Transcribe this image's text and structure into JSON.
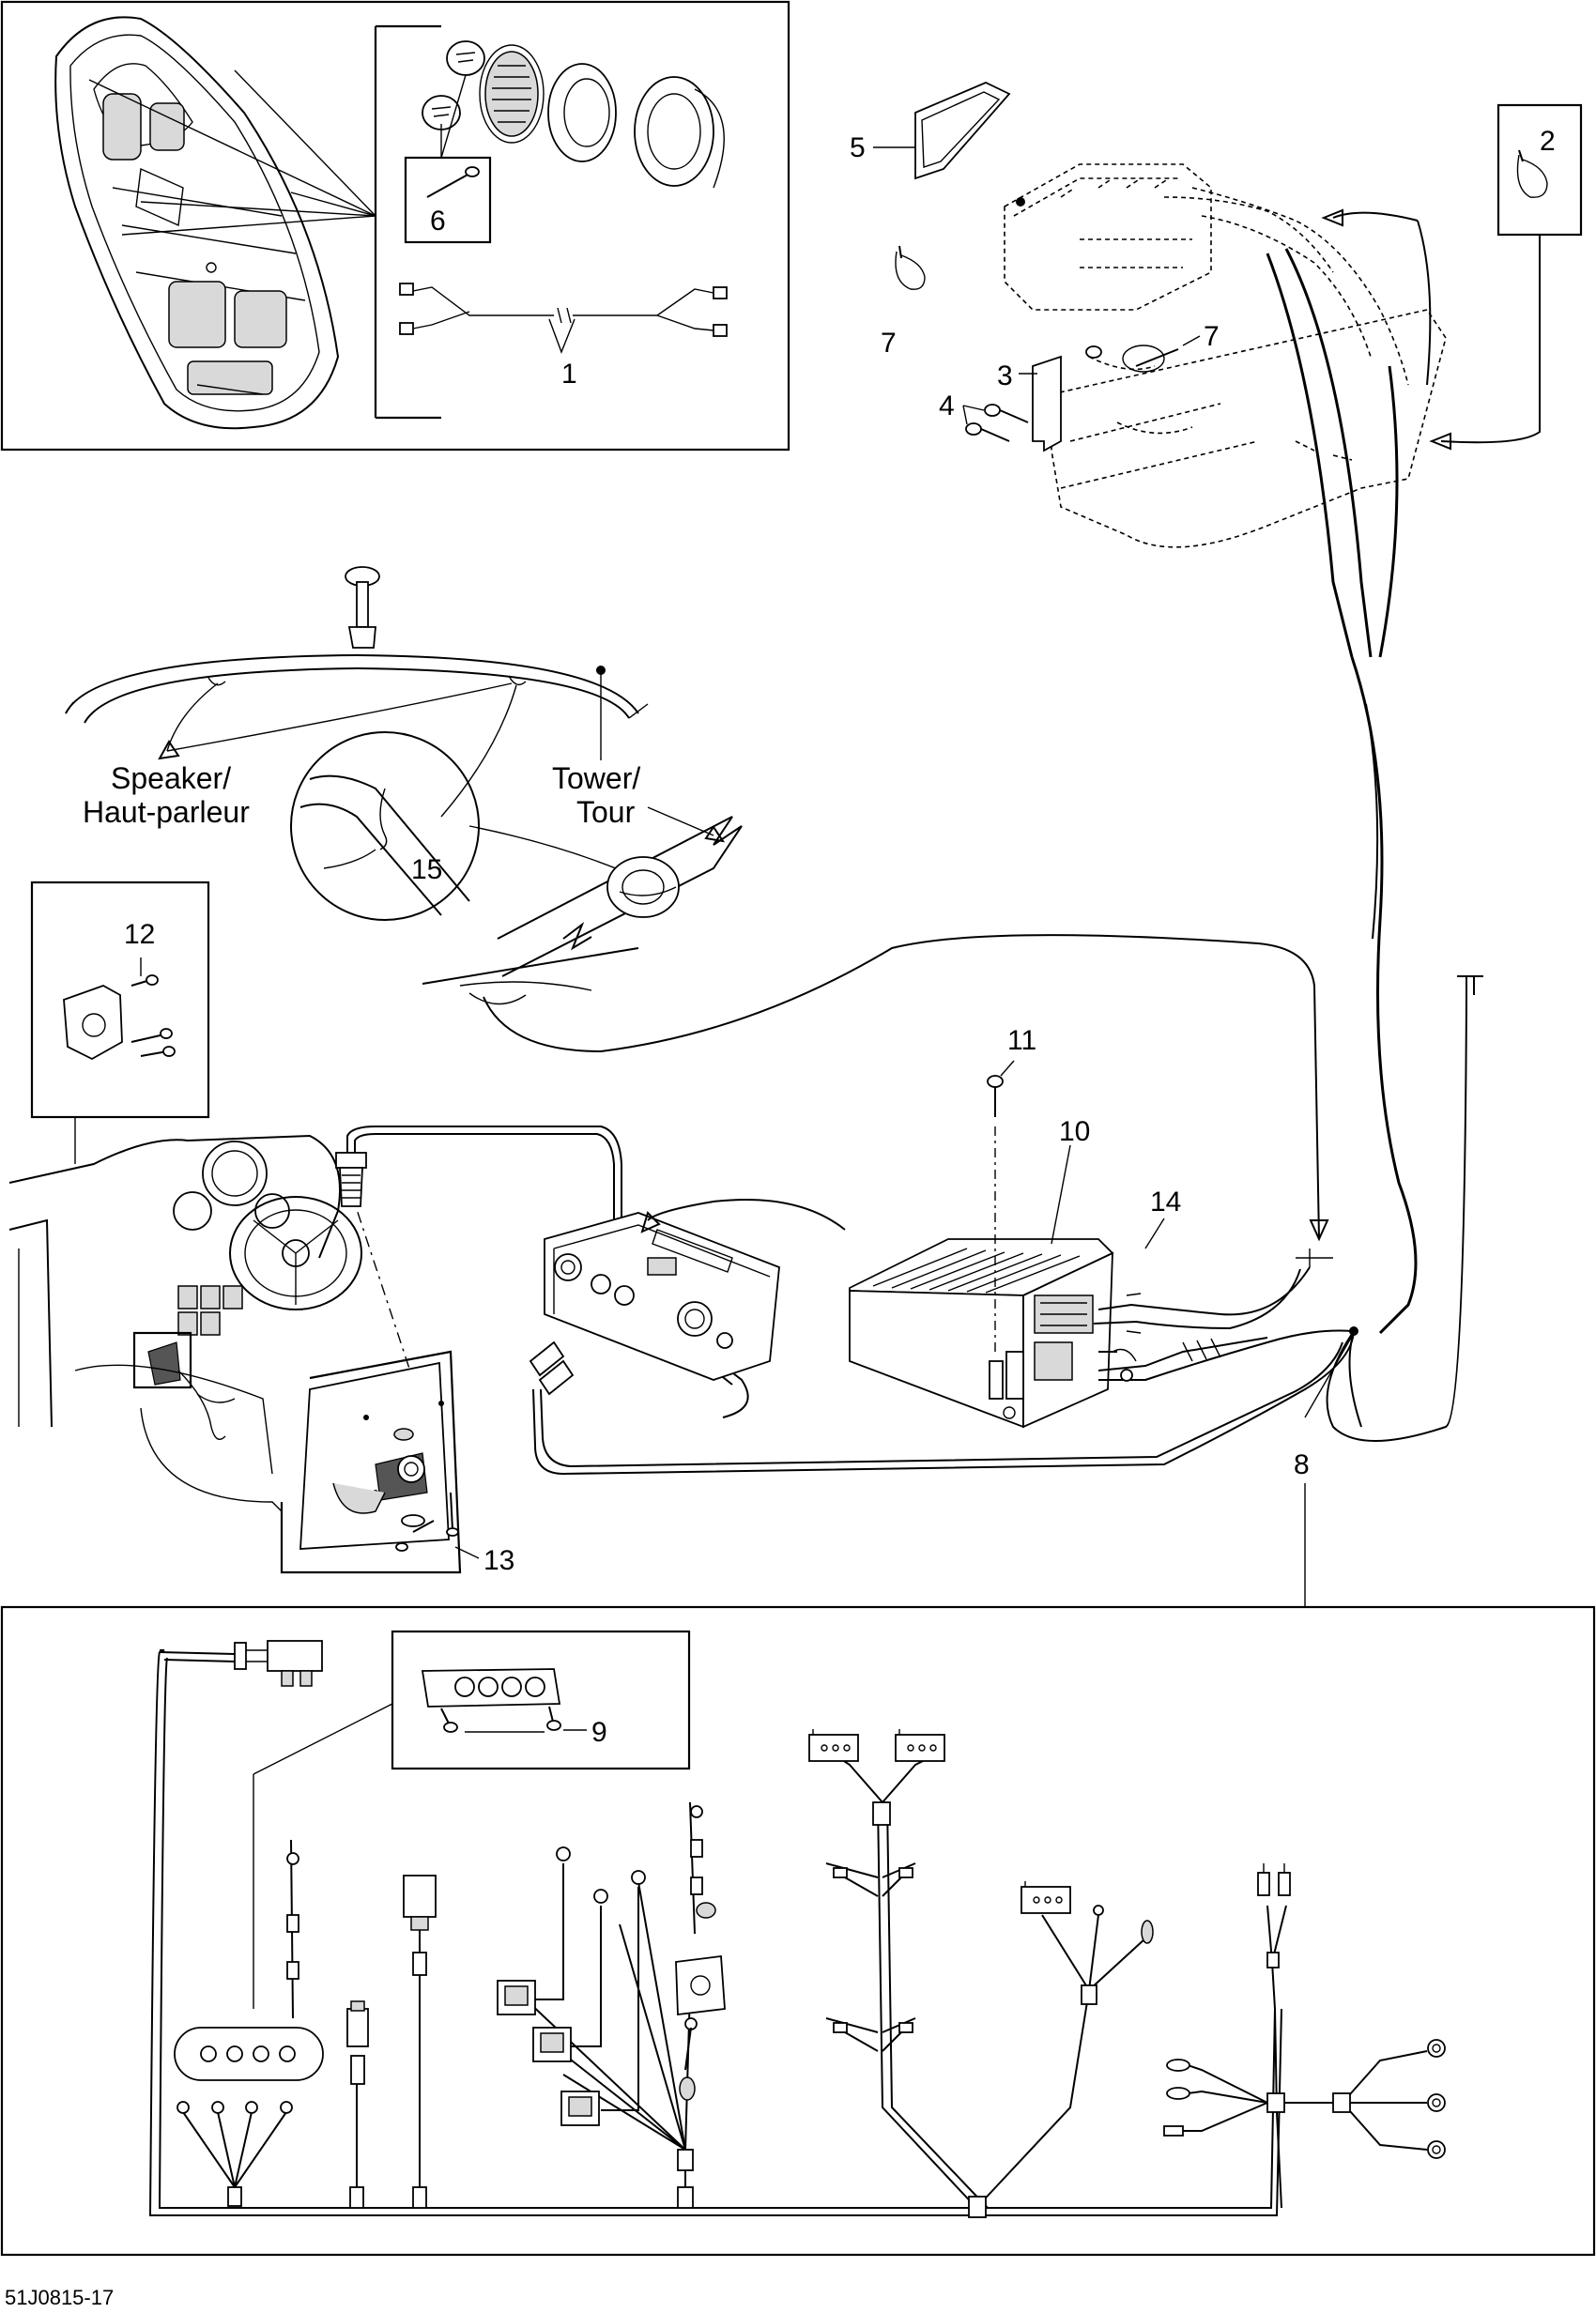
{
  "callouts": {
    "c1": "1",
    "c2": "2",
    "c3": "3",
    "c4": "4",
    "c5": "5",
    "c6": "6",
    "c7a": "7",
    "c7b": "7",
    "c8": "8",
    "c9": "9",
    "c10": "10",
    "c11": "11",
    "c12": "12",
    "c13": "13",
    "c14": "14",
    "c15": "15"
  },
  "labels": {
    "speaker_line1": "Speaker/",
    "speaker_line2": "Haut-parleur",
    "tower_line1": "Tower/",
    "tower_line2": "Tour"
  },
  "figure_code": "51J0815-17"
}
